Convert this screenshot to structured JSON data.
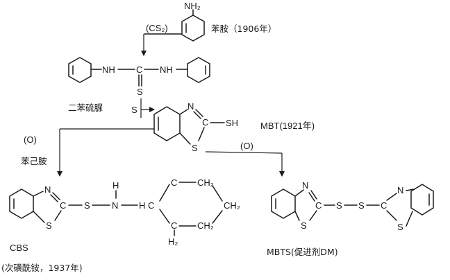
{
  "colors": {
    "ink": "#1a1a1a",
    "paper": "#ffffff"
  },
  "labels": {
    "aniline_amine": "NH₂",
    "cs2": "(CS₂)",
    "aniline_name": "苯胺（1906年）",
    "thiourea_nh_left": "NH",
    "thiourea_nh_right": "NH",
    "thiourea_c": "C",
    "thiourea_s": "S",
    "thiourea_name": "二苯硫脲",
    "s_reagent": "S",
    "mbt_n": "N",
    "mbt_c": "C",
    "mbt_sh": "SH",
    "mbt_s": "S",
    "mbt_name": "MBT(1921年)",
    "oxid_left": "(O)",
    "oxid_right": "(O)",
    "cyclohexylamine": "苯己胺",
    "cbs_n": "N",
    "cbs_c": "C",
    "cbs_s_ring": "S",
    "cbs_s": "S",
    "cbs_h": "H",
    "cbs_nh": "N",
    "cbs_hc": "H C",
    "cbs_ch2_top": "C",
    "cbs_ch2_top_h": "CH₂",
    "cbs_ch2_right": "CH₂",
    "cbs_ch2_bottom_h": "CH₂",
    "cbs_ch2_bottom_c": "C",
    "cbs_h2": "H₂",
    "cbs_name": "CBS",
    "cbs_desc": "(次磺酰铵，1937年)",
    "mbts_n_left": "N",
    "mbts_c_left": "C",
    "mbts_s_left_ring": "S",
    "mbts_s1": "S",
    "mbts_s2": "S",
    "mbts_c_right": "C",
    "mbts_n_right": "N",
    "mbts_s_right_ring": "S",
    "mbts_name": "MBTS(促进剂DM)"
  }
}
